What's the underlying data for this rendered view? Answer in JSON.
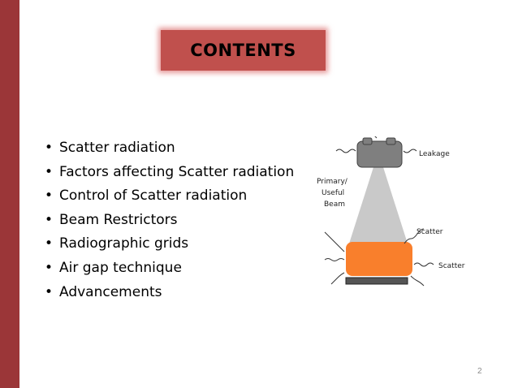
{
  "slide": {
    "title": "CONTENTS",
    "bullets": [
      "Scatter radiation",
      "Factors affecting Scatter radiation",
      "Control of  Scatter radiation",
      "Beam Restrictors",
      "Radiographic grids",
      "Air gap technique",
      "Advancements"
    ],
    "page_number": "2"
  },
  "diagram": {
    "labels": {
      "leakage": "Leakage",
      "primary_line1": "Primary/",
      "primary_line2": "Useful",
      "primary_line3": "Beam",
      "scatter_upper": "Scatter",
      "scatter_right": "Scatter"
    }
  },
  "colors": {
    "sidebar": "#9b3638",
    "title_box": "#c0504d",
    "object": "#f97f2c",
    "tube": "#7f7f7f",
    "beam": "#c9c9c9"
  }
}
